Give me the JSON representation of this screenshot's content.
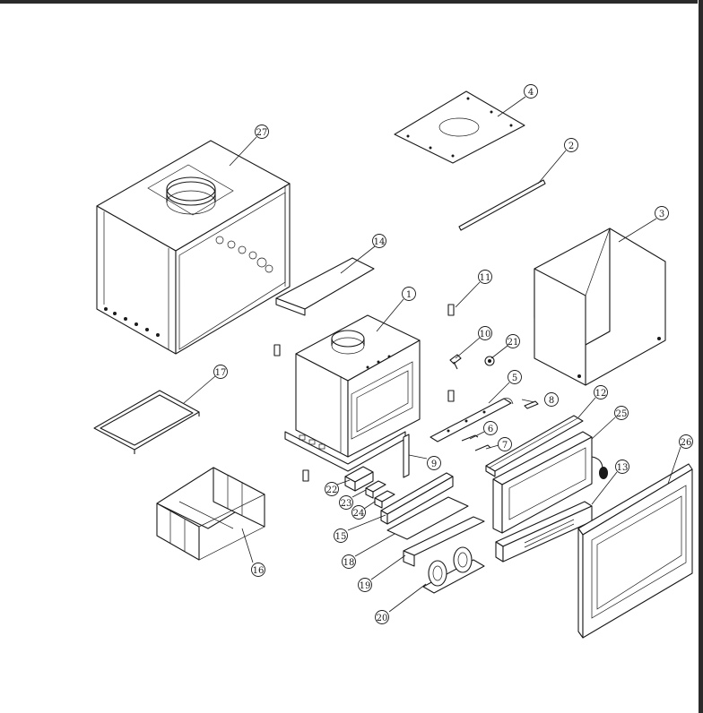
{
  "diagram": {
    "callouts": [
      {
        "id": "callout-1",
        "label": "1"
      },
      {
        "id": "callout-2",
        "label": "2"
      },
      {
        "id": "callout-3",
        "label": "3"
      },
      {
        "id": "callout-4",
        "label": "4"
      },
      {
        "id": "callout-5",
        "label": "5"
      },
      {
        "id": "callout-6",
        "label": "6"
      },
      {
        "id": "callout-7",
        "label": "7"
      },
      {
        "id": "callout-8",
        "label": "8"
      },
      {
        "id": "callout-9",
        "label": "9"
      },
      {
        "id": "callout-10",
        "label": "10"
      },
      {
        "id": "callout-11",
        "label": "11"
      },
      {
        "id": "callout-12",
        "label": "12"
      },
      {
        "id": "callout-13",
        "label": "13"
      },
      {
        "id": "callout-14",
        "label": "14"
      },
      {
        "id": "callout-15",
        "label": "15"
      },
      {
        "id": "callout-16",
        "label": "16"
      },
      {
        "id": "callout-17",
        "label": "17"
      },
      {
        "id": "callout-18",
        "label": "18"
      },
      {
        "id": "callout-19",
        "label": "19"
      },
      {
        "id": "callout-20",
        "label": "20"
      },
      {
        "id": "callout-21",
        "label": "21"
      },
      {
        "id": "callout-22",
        "label": "22"
      },
      {
        "id": "callout-23",
        "label": "23"
      },
      {
        "id": "callout-24",
        "label": "24"
      },
      {
        "id": "callout-25",
        "label": "25"
      },
      {
        "id": "callout-26",
        "label": "26"
      },
      {
        "id": "callout-27",
        "label": "27"
      }
    ]
  }
}
